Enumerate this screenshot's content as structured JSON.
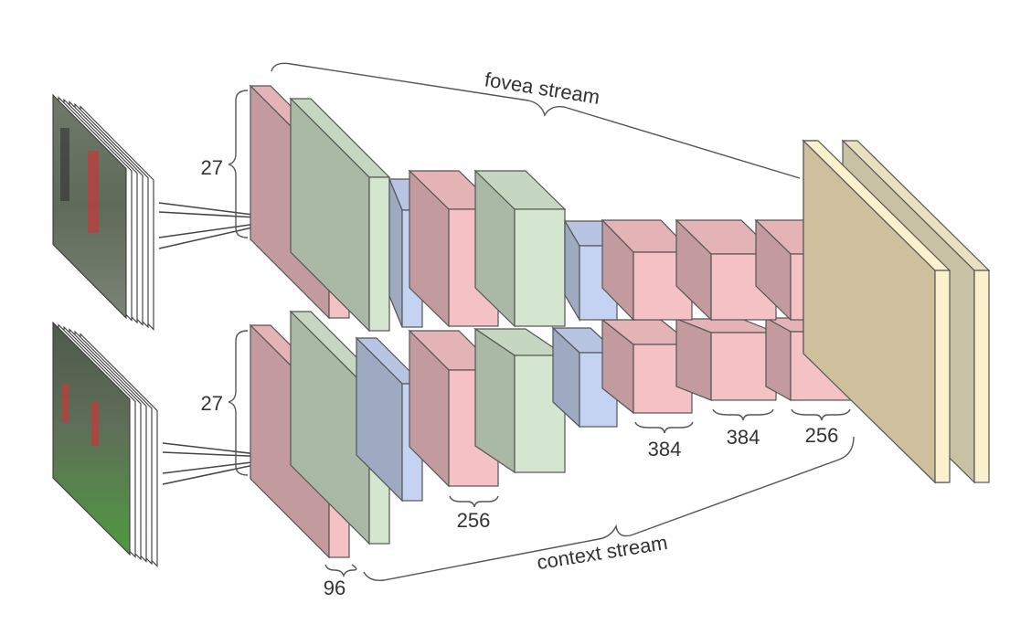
{
  "streams": {
    "fovea": {
      "label": "fovea stream",
      "input_size": "27"
    },
    "context": {
      "label": "context stream",
      "input_size": "27"
    }
  },
  "layer_labels": {
    "conv1": "96",
    "conv2": "256",
    "conv3": "384",
    "conv4": "384",
    "conv5": "256"
  },
  "colors": {
    "conv": "#f4c1c4",
    "norm": "#d4e6cf",
    "pool": "#c5d3f3",
    "fc": "#cfc09d",
    "fc_last": "#fbf1cd",
    "edge": "#555555"
  },
  "icons": [
    "video-frame-stack-fovea",
    "video-frame-stack-context"
  ]
}
